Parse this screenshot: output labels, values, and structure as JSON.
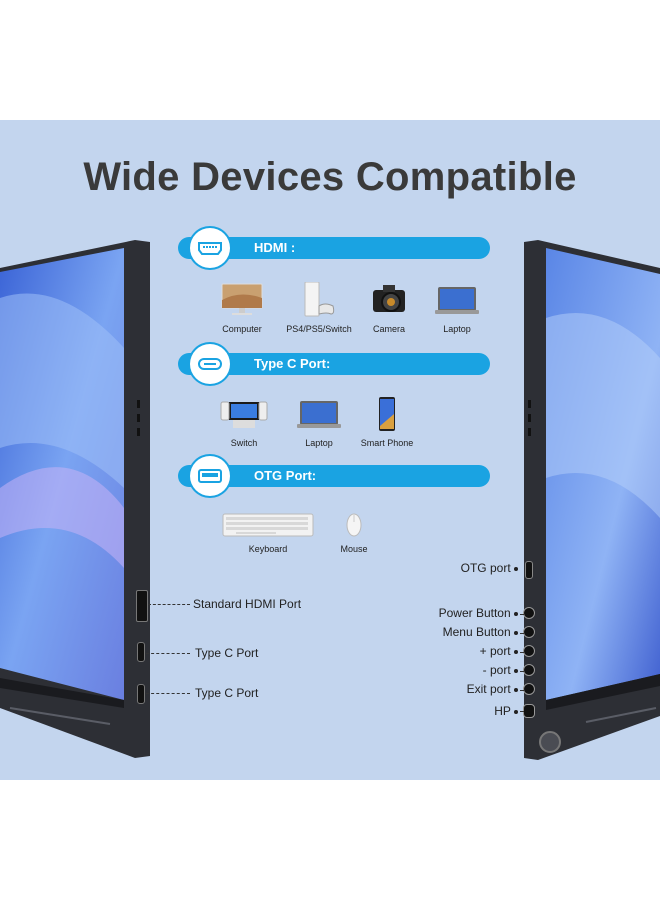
{
  "title": "Wide Devices Compatible",
  "sections": {
    "hdmi": {
      "label": "HDMI :",
      "icon": "hdmi-port-icon",
      "devices": [
        {
          "label": "Computer",
          "icon": "computer-icon"
        },
        {
          "label": "PS4/PS5/Switch",
          "icon": "game-console-icon"
        },
        {
          "label": "Camera",
          "icon": "camera-icon"
        },
        {
          "label": "Laptop",
          "icon": "laptop-icon"
        }
      ]
    },
    "typec": {
      "label": "Type C Port:",
      "icon": "type-c-port-icon",
      "devices": [
        {
          "label": "Switch",
          "icon": "switch-console-icon"
        },
        {
          "label": "Laptop",
          "icon": "laptop-icon"
        },
        {
          "label": "Smart Phone",
          "icon": "smartphone-icon"
        }
      ]
    },
    "otg": {
      "label": "OTG Port:",
      "icon": "usb-port-icon",
      "devices": [
        {
          "label": "Keyboard",
          "icon": "keyboard-icon"
        },
        {
          "label": "Mouse",
          "icon": "mouse-icon"
        }
      ]
    }
  },
  "left_ports": [
    "Standard HDMI Port",
    "Type C Port",
    "Type C Port"
  ],
  "right_ports": [
    "OTG port",
    "Power Button",
    "Menu Button",
    "+ port",
    "- port",
    "Exit port",
    "HP"
  ],
  "colors": {
    "accent": "#1aa3e2",
    "background": "#c3d5ee",
    "title": "#3a3a3a"
  }
}
